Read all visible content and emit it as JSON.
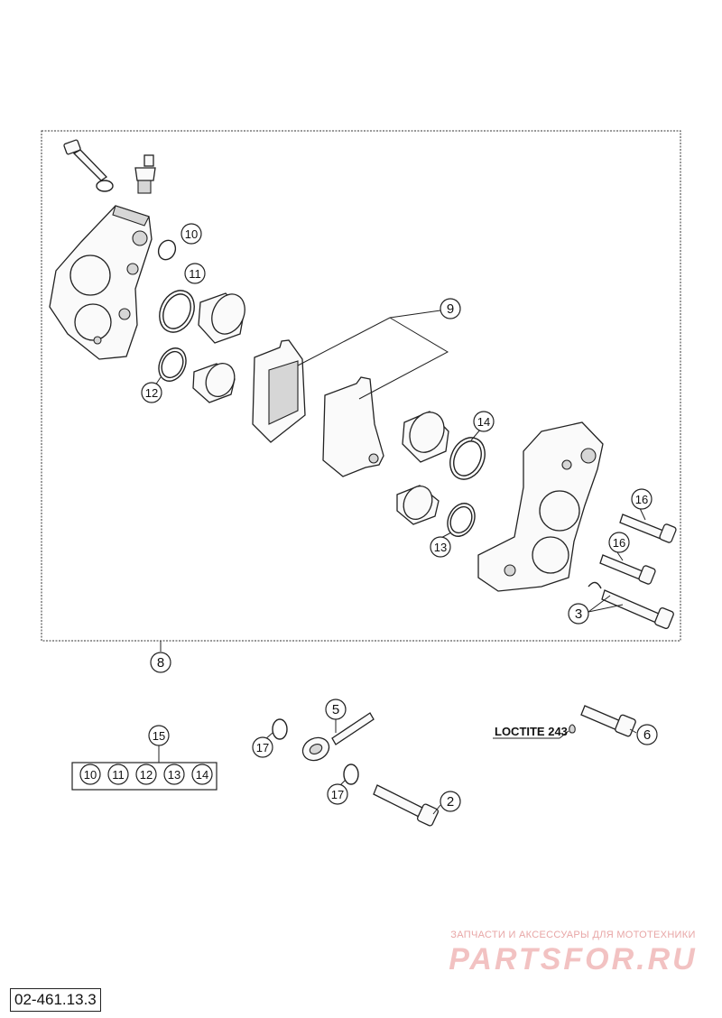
{
  "diagram": {
    "id": "02-461.13.3",
    "loctite_label": "LOCTITE 243",
    "callouts": {
      "c2": "2",
      "c3": "3",
      "c5": "5",
      "c6": "6",
      "c8": "8",
      "c9": "9",
      "c10": "10",
      "c11": "11",
      "c12": "12",
      "c13": "13",
      "c14": "14",
      "c15": "15",
      "c16": "16",
      "c17": "17"
    },
    "kit_items": [
      "10",
      "11",
      "12",
      "13",
      "14"
    ]
  },
  "watermark": {
    "caption": "ЗАПЧАСТИ И АКСЕССУАРЫ ДЛЯ МОТОТЕХНИКИ",
    "logo": "PARTSFOR.RU"
  }
}
